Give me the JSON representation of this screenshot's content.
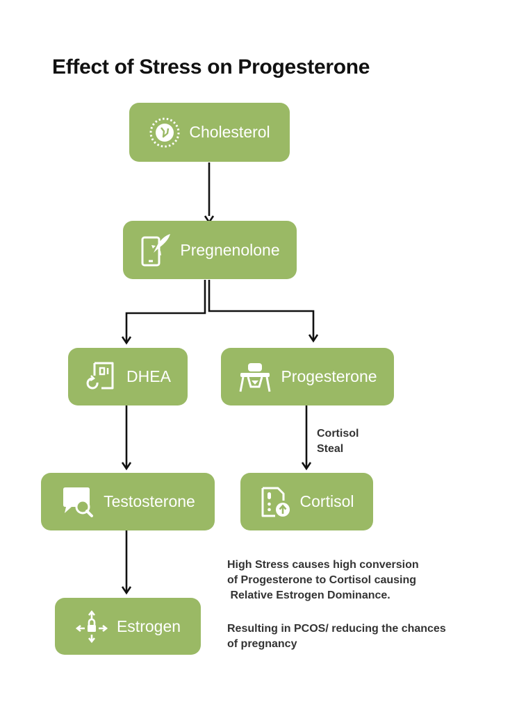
{
  "title": "Effect of Stress on Progesterone",
  "nodes": {
    "cholesterol": {
      "label": "Cholesterol",
      "icon": "cholesterol-molecule-icon"
    },
    "pregnenolone": {
      "label": "Pregnenolone",
      "icon": "phone-rocket-icon"
    },
    "dhea": {
      "label": "DHEA",
      "icon": "document-refresh-icon"
    },
    "progesterone": {
      "label": "Progesterone",
      "icon": "highchair-icon"
    },
    "testosterone": {
      "label": "Testosterone",
      "icon": "chat-search-icon"
    },
    "cortisol": {
      "label": "Cortisol",
      "icon": "document-upload-icon"
    },
    "estrogen": {
      "label": "Estrogen",
      "icon": "lock-arrows-icon"
    }
  },
  "edge_labels": {
    "cortisol_steal": "Cortisol\nSteal"
  },
  "notes": {
    "stress_effect": "High Stress causes high conversion\nof Progesterone to Cortisol causing\n Relative Estrogen Dominance.",
    "result": "Resulting in PCOS/ reducing the chances\nof pregnancy"
  },
  "colors": {
    "node_fill": "#9ab965",
    "node_text": "#ffffff",
    "arrow": "#111111"
  }
}
